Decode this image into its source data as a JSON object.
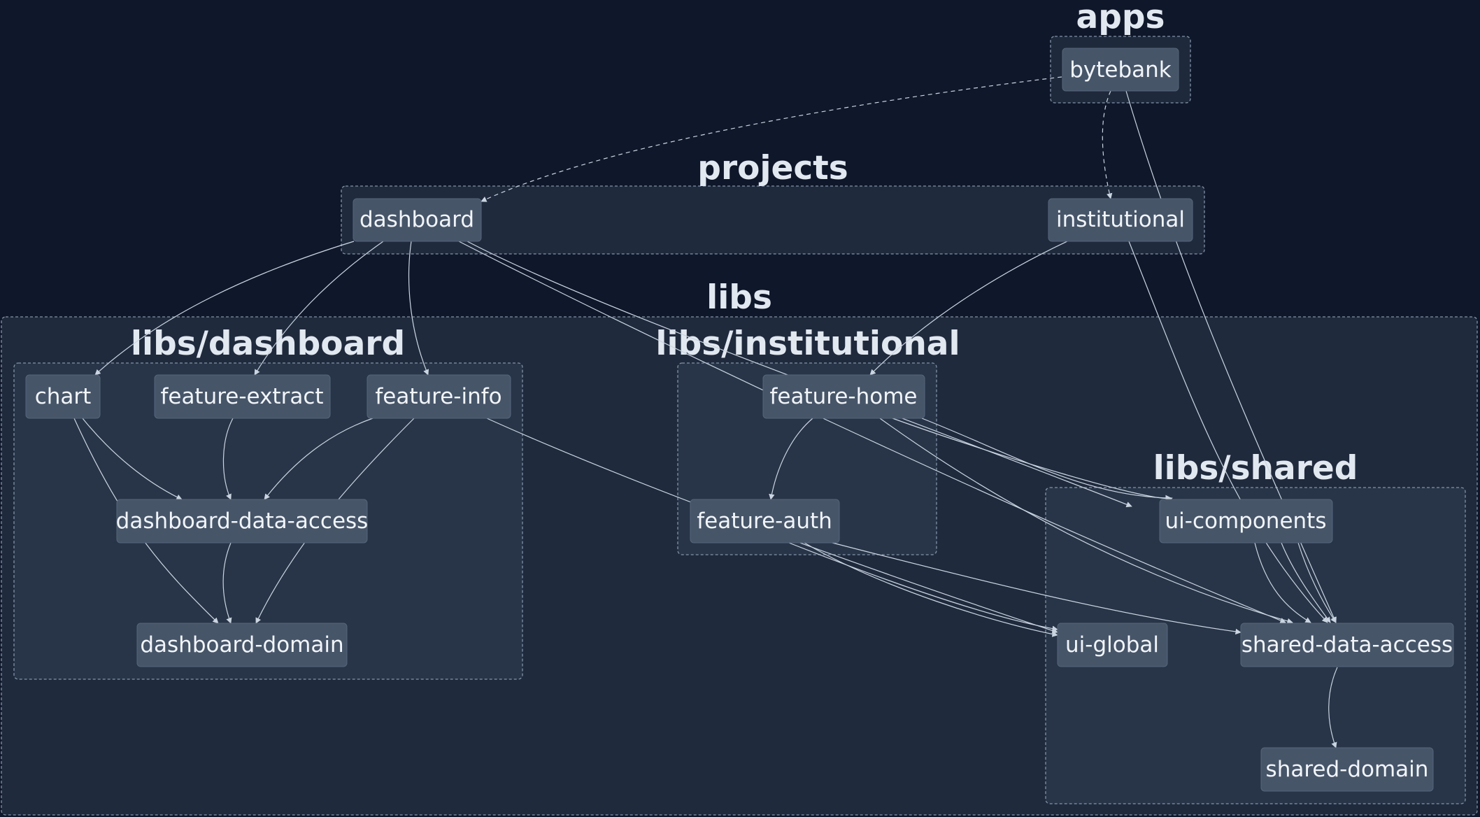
{
  "clusters": {
    "apps": "apps",
    "projects": "projects",
    "libs": "libs",
    "libs_dashboard": "libs/dashboard",
    "libs_institutional": "libs/institutional",
    "libs_shared": "libs/shared"
  },
  "nodes": {
    "bytebank": "bytebank",
    "dashboard": "dashboard",
    "institutional": "institutional",
    "chart": "chart",
    "feature_extract": "feature-extract",
    "feature_info": "feature-info",
    "dashboard_data_access": "dashboard-data-access",
    "dashboard_domain": "dashboard-domain",
    "feature_home": "feature-home",
    "feature_auth": "feature-auth",
    "ui_components": "ui-components",
    "ui_global": "ui-global",
    "shared_data_access": "shared-data-access",
    "shared_domain": "shared-domain"
  },
  "edges": [
    {
      "from": "bytebank",
      "to": "dashboard",
      "style": "dashed"
    },
    {
      "from": "bytebank",
      "to": "institutional",
      "style": "dashed"
    },
    {
      "from": "bytebank",
      "to": "ui-components",
      "style": "solid"
    },
    {
      "from": "dashboard",
      "to": "chart",
      "style": "solid"
    },
    {
      "from": "dashboard",
      "to": "feature-extract",
      "style": "solid"
    },
    {
      "from": "dashboard",
      "to": "feature-info",
      "style": "solid"
    },
    {
      "from": "dashboard",
      "to": "ui-components",
      "style": "solid"
    },
    {
      "from": "dashboard",
      "to": "shared-data-access",
      "style": "solid"
    },
    {
      "from": "institutional",
      "to": "feature-home",
      "style": "solid"
    },
    {
      "from": "institutional",
      "to": "shared-data-access",
      "style": "solid"
    },
    {
      "from": "chart",
      "to": "dashboard-data-access",
      "style": "solid"
    },
    {
      "from": "chart",
      "to": "dashboard-domain",
      "style": "solid"
    },
    {
      "from": "feature-extract",
      "to": "dashboard-data-access",
      "style": "solid"
    },
    {
      "from": "feature-info",
      "to": "dashboard-data-access",
      "style": "solid"
    },
    {
      "from": "feature-info",
      "to": "dashboard-domain",
      "style": "solid"
    },
    {
      "from": "feature-info",
      "to": "ui-global",
      "style": "solid"
    },
    {
      "from": "dashboard-data-access",
      "to": "dashboard-domain",
      "style": "solid"
    },
    {
      "from": "feature-home",
      "to": "feature-auth",
      "style": "solid"
    },
    {
      "from": "feature-home",
      "to": "ui-components",
      "style": "solid"
    },
    {
      "from": "feature-home",
      "to": "shared-data-access",
      "style": "solid"
    },
    {
      "from": "feature-auth",
      "to": "ui-global",
      "style": "solid"
    },
    {
      "from": "feature-auth",
      "to": "shared-data-access",
      "style": "solid"
    },
    {
      "from": "ui-components",
      "to": "shared-data-access",
      "style": "solid"
    },
    {
      "from": "shared-data-access",
      "to": "shared-domain",
      "style": "solid"
    }
  ],
  "colors": {
    "background": "#0f172a",
    "cluster": "#1f2a3d",
    "cluster_inner": "#283548",
    "node": "#475569",
    "edge": "#cbd5e1",
    "text": "#f1f5f9"
  }
}
